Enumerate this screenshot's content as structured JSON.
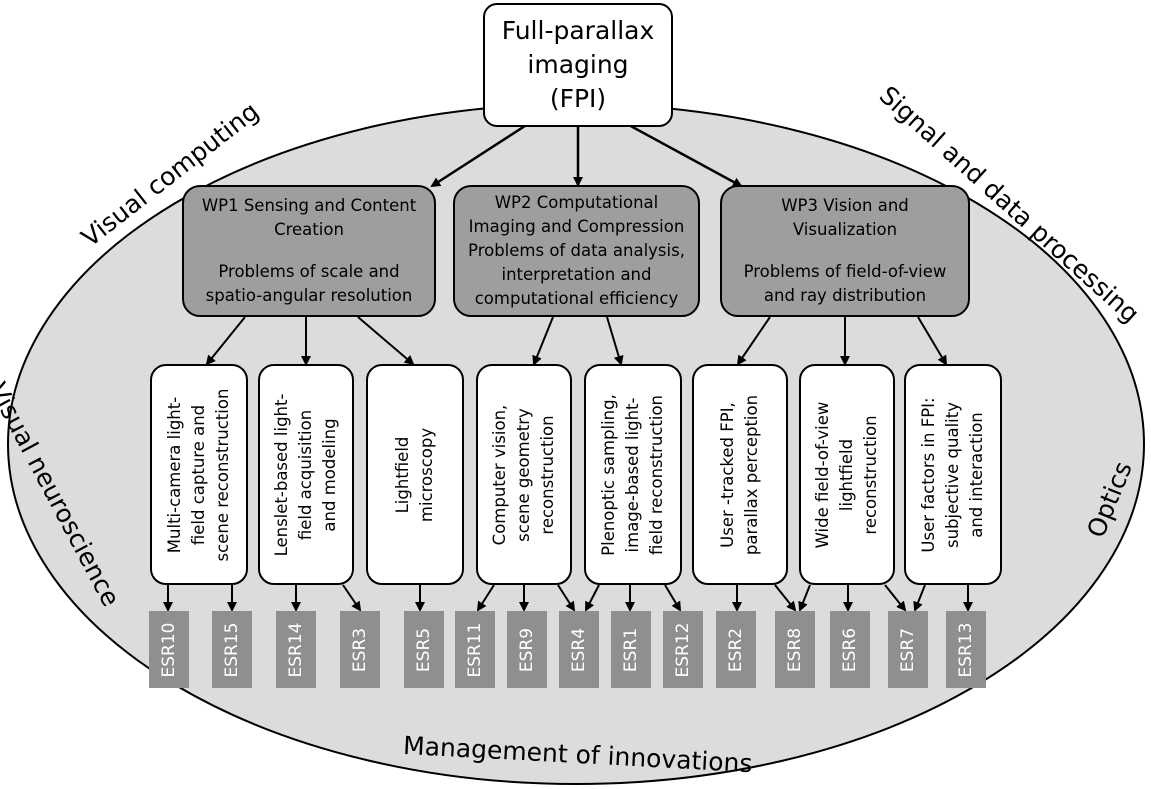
{
  "diagram": {
    "top_node": {
      "lines": [
        "Full-parallax",
        "imaging",
        "(FPI)"
      ]
    },
    "domains": {
      "top_left": "Visual computing",
      "top_right": "Signal and data processing",
      "left": "Visual neuroscience",
      "right": "Optics",
      "bottom": "Management of innovations"
    },
    "work_packages": [
      {
        "title_lines": [
          "WP1 Sensing and Content",
          "Creation"
        ],
        "problem_lines": [
          "Problems of scale and",
          "spatio-angular resolution"
        ]
      },
      {
        "title_lines": [
          "WP2 Computational",
          "Imaging and Compression"
        ],
        "problem_lines": [
          "Problems of data analysis,",
          "interpretation and",
          "computational efficiency"
        ]
      },
      {
        "title_lines": [
          "WP3 Vision and",
          "Visualization"
        ],
        "problem_lines": [
          "Problems of field-of-view",
          "and ray distribution"
        ]
      }
    ],
    "topics": [
      {
        "lines": [
          "Multi-camera light-",
          "field capture and",
          "scene reconstruction"
        ]
      },
      {
        "lines": [
          "Lenslet-based light-",
          "field acquisition",
          "and modeling"
        ]
      },
      {
        "lines": [
          "Lightfield",
          "microscopy"
        ]
      },
      {
        "lines": [
          "Computer vision,",
          "scene geometry",
          "reconstruction"
        ]
      },
      {
        "lines": [
          "Plenoptic sampling,",
          "image-based light-",
          "field reconstruction"
        ]
      },
      {
        "lines": [
          "User -tracked FPI,",
          "parallax perception"
        ]
      },
      {
        "lines": [
          "Wide field-of-view",
          "lightfield",
          "reconstruction"
        ]
      },
      {
        "lines": [
          "User factors in FPI:",
          "subjective quality",
          "and interaction"
        ]
      }
    ],
    "esrs": [
      "ESR10",
      "ESR15",
      "ESR14",
      "ESR3",
      "ESR5",
      "ESR11",
      "ESR9",
      "ESR4",
      "ESR1",
      "ESR12",
      "ESR2",
      "ESR8",
      "ESR6",
      "ESR7",
      "ESR13"
    ],
    "colors": {
      "ellipse": "#dcdcdc",
      "work_package": "#9e9e9e",
      "esr": "#8f8f8f",
      "node": "#ffffff"
    }
  }
}
